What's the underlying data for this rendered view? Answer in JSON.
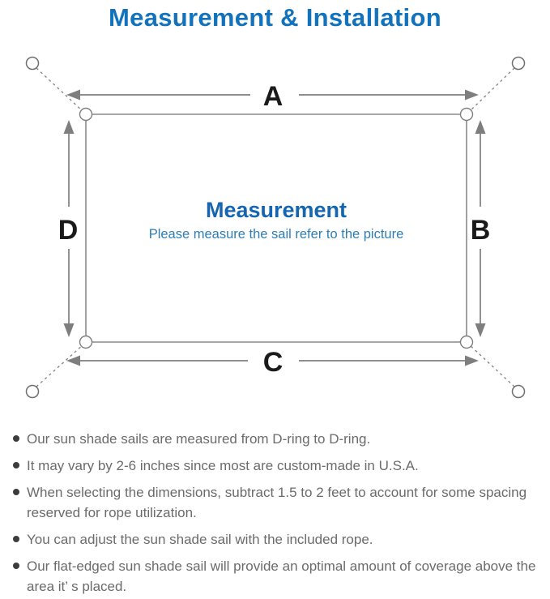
{
  "title": "Measurement & Installation",
  "diagram": {
    "heading": "Measurement",
    "subheading": "Please measure the sail refer to the picture",
    "labels": {
      "top": "A",
      "right": "B",
      "bottom": "C",
      "left": "D"
    }
  },
  "notes": {
    "items": [
      "Our sun shade sails are measured from D-ring to D-ring.",
      "It may vary by 2-6 inches since most are custom-made in U.S.A.",
      "When selecting the dimensions, subtract 1.5 to 2 feet to account for some spacing reserved for rope utilization.",
      "You can adjust the sun shade sail with the included rope.",
      "Our flat-edged sun shade sail will provide an optimal amount of coverage above the area it’ s placed."
    ]
  },
  "colors": {
    "title_blue": "#1272bc",
    "heading_blue": "#1565b0",
    "subheading_blue": "#2e7eb4",
    "diagram_line_gray": "#7e7e7e",
    "sail_outline_gray": "#8a8a8a",
    "dimension_label_black": "#1a1a1a",
    "note_text_gray": "#6b6b6b",
    "bullet_dot_gray": "#3d3d3d"
  }
}
